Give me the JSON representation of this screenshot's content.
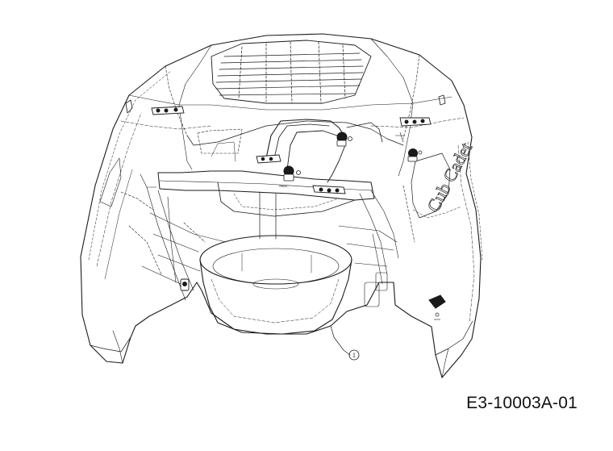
{
  "figure": {
    "id_label": "E3-10003A-01",
    "callouts": [
      {
        "number": "1"
      }
    ],
    "brand_marking": "Cub Cadet",
    "small_marking": "SWAC"
  },
  "colors": {
    "line": "#1a1a1a",
    "background": "#ffffff"
  }
}
